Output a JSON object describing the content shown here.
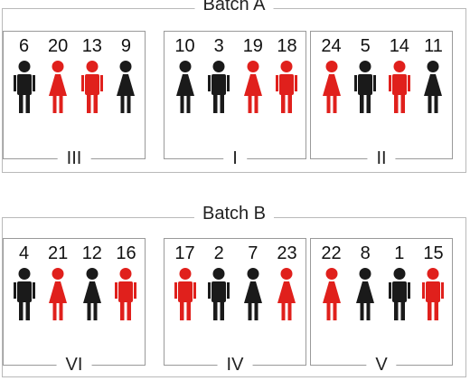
{
  "colors": {
    "black": "#1a1a1a",
    "red": "#e0201c"
  },
  "batches": [
    {
      "title": "Batch A",
      "groups": [
        {
          "label": "I",
          "members": [
            {
              "number": "10",
              "shape": "female",
              "color": "black"
            },
            {
              "number": "3",
              "shape": "male",
              "color": "black"
            },
            {
              "number": "19",
              "shape": "female",
              "color": "red"
            },
            {
              "number": "18",
              "shape": "male",
              "color": "red"
            }
          ]
        },
        {
          "label": "II",
          "members": [
            {
              "number": "24",
              "shape": "female",
              "color": "red"
            },
            {
              "number": "5",
              "shape": "male",
              "color": "black"
            },
            {
              "number": "14",
              "shape": "male",
              "color": "red"
            },
            {
              "number": "11",
              "shape": "female",
              "color": "black"
            }
          ]
        },
        {
          "label": "III",
          "members": [
            {
              "number": "6",
              "shape": "male",
              "color": "black"
            },
            {
              "number": "20",
              "shape": "female",
              "color": "red"
            },
            {
              "number": "13",
              "shape": "male",
              "color": "red"
            },
            {
              "number": "9",
              "shape": "female",
              "color": "black"
            }
          ]
        }
      ]
    },
    {
      "title": "Batch B",
      "groups": [
        {
          "label": "IV",
          "members": [
            {
              "number": "17",
              "shape": "male",
              "color": "red"
            },
            {
              "number": "2",
              "shape": "male",
              "color": "black"
            },
            {
              "number": "7",
              "shape": "female",
              "color": "black"
            },
            {
              "number": "23",
              "shape": "female",
              "color": "red"
            }
          ]
        },
        {
          "label": "V",
          "members": [
            {
              "number": "22",
              "shape": "female",
              "color": "red"
            },
            {
              "number": "8",
              "shape": "female",
              "color": "black"
            },
            {
              "number": "1",
              "shape": "male",
              "color": "black"
            },
            {
              "number": "15",
              "shape": "male",
              "color": "red"
            }
          ]
        },
        {
          "label": "VI",
          "members": [
            {
              "number": "4",
              "shape": "male",
              "color": "black"
            },
            {
              "number": "21",
              "shape": "female",
              "color": "red"
            },
            {
              "number": "12",
              "shape": "female",
              "color": "black"
            },
            {
              "number": "16",
              "shape": "male",
              "color": "red"
            }
          ]
        }
      ]
    }
  ]
}
